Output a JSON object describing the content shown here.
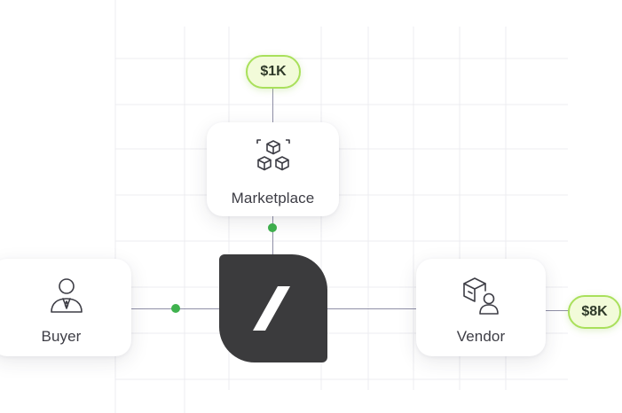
{
  "nodes": {
    "marketplace": {
      "label": "Marketplace",
      "icon": "boxes-icon"
    },
    "buyer": {
      "label": "Buyer",
      "icon": "user-with-tie-icon"
    },
    "vendor": {
      "label": "Vendor",
      "icon": "box-with-user-icon"
    },
    "hub": {
      "icon": "slash-logo-icon"
    }
  },
  "amounts": {
    "top": "$1K",
    "right": "$8K"
  },
  "colors": {
    "hub": "#3b3b3d",
    "pill_fill": "#f2fbd9",
    "pill_border": "#a9e05b",
    "dot": "#3fb24e",
    "connector": "#8f8fa6"
  }
}
